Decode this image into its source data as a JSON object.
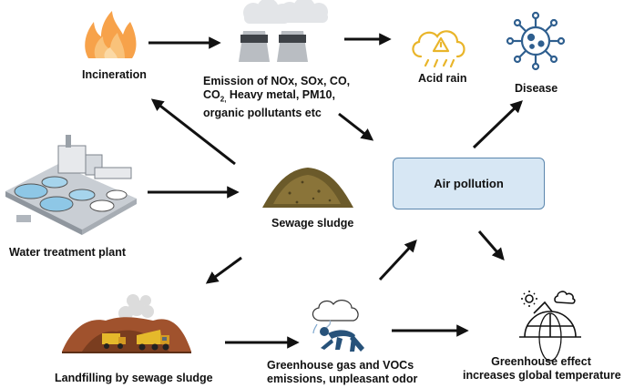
{
  "nodes": {
    "incineration": "Incineration",
    "emission": {
      "line1": "Emission of NOx, SOx, CO,",
      "line2_pre": "CO",
      "line2_sub": "2,",
      "line2_post": " Heavy metal, PM10,",
      "line3": "organic pollutants etc"
    },
    "acid_rain": "Acid rain",
    "disease": "Disease",
    "air_pollution": "Air pollution",
    "water_treatment": "Water treatment plant",
    "sewage_sludge": "Sewage sludge",
    "landfilling": "Landfilling by sewage sludge",
    "greenhouse_gas": {
      "line1": "Greenhouse gas and VOCs",
      "line2": "emissions, unpleasant odor"
    },
    "greenhouse_effect": {
      "line1": "Greenhouse effect",
      "line2": "increases global temperature"
    }
  },
  "icons": {
    "incineration": "fire-icon",
    "emission": "factory-chimney-icon",
    "acid_rain": "acid-rain-cloud-icon",
    "disease": "virus-icon",
    "water_treatment": "water-treatment-plant-icon",
    "sewage_sludge": "soil-pile-icon",
    "landfilling": "landfill-truck-icon",
    "greenhouse_gas": "sick-person-smog-icon",
    "greenhouse_effect": "globe-sun-cloud-icon"
  },
  "colors": {
    "air_box_fill": "#d7e7f4",
    "air_box_border": "#5a86ad",
    "fire": "#f7a24a",
    "acid_rain": "#e9b52a",
    "virus": "#2f5f8f",
    "arrow": "#111111"
  }
}
